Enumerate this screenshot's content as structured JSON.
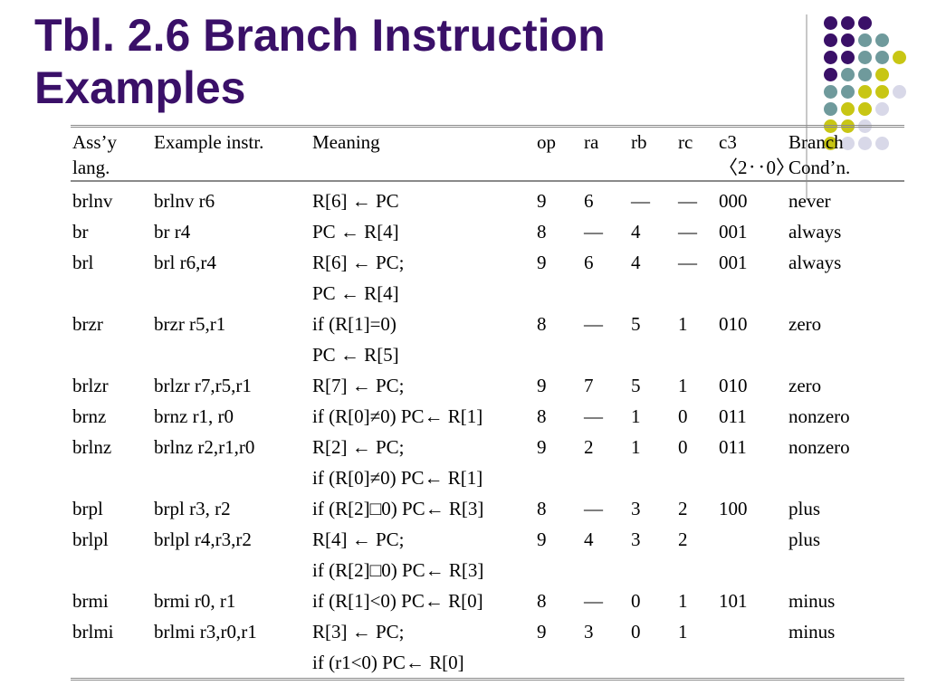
{
  "title": {
    "line1": "Tbl. 2.6  Branch Instruction",
    "line2": "Examples"
  },
  "table": {
    "headers": [
      {
        "line1": "Ass’y",
        "line2": "lang."
      },
      {
        "line1": "Example instr.",
        "line2": ""
      },
      {
        "line1": "Meaning",
        "line2": ""
      },
      {
        "line1": "op",
        "line2": ""
      },
      {
        "line1": "ra",
        "line2": ""
      },
      {
        "line1": "rb",
        "line2": ""
      },
      {
        "line1": "rc",
        "line2": ""
      },
      {
        "line1": "c3",
        "line2": "〈2‥0〉"
      },
      {
        "line1": "Branch",
        "line2": "Cond’n."
      }
    ],
    "rows": [
      {
        "asm": "brlnv",
        "example": "brlnv r6",
        "meaning": [
          "R[6] ← PC"
        ],
        "op": "9",
        "ra": "6",
        "rb": "—",
        "rc": "—",
        "c3": "000",
        "cond": "never"
      },
      {
        "asm": "br",
        "example": "br r4",
        "meaning": [
          "PC ← R[4]"
        ],
        "op": "8",
        "ra": "—",
        "rb": "4",
        "rc": "—",
        "c3": "001",
        "cond": "always"
      },
      {
        "asm": "brl",
        "example": "brl r6,r4",
        "meaning": [
          "R[6] ← PC;",
          "PC ← R[4]"
        ],
        "op": "9",
        "ra": "6",
        "rb": "4",
        "rc": "—",
        "c3": "001",
        "cond": "always"
      },
      {
        "asm": "brzr",
        "example": "brzr r5,r1",
        "meaning": [
          "if (R[1]=0)",
          "PC ← R[5]"
        ],
        "op": "8",
        "ra": "—",
        "rb": "5",
        "rc": "1",
        "c3": "010",
        "cond": "zero"
      },
      {
        "asm": "brlzr",
        "example": "brlzr r7,r5,r1",
        "meaning": [
          "R[7] ← PC;"
        ],
        "op": "9",
        "ra": "7",
        "rb": "5",
        "rc": "1",
        "c3": "010",
        "cond": "zero"
      },
      {
        "asm": "brnz",
        "example": "brnz r1, r0",
        "meaning": [
          "if (R[0]≠0) PC← R[1]"
        ],
        "op": "8",
        "ra": "—",
        "rb": "1",
        "rc": "0",
        "c3": "011",
        "cond": "nonzero"
      },
      {
        "asm": "brlnz",
        "example": "brlnz r2,r1,r0",
        "meaning": [
          "R[2] ← PC;",
          "if (R[0]≠0) PC← R[1]"
        ],
        "op": "9",
        "ra": "2",
        "rb": "1",
        "rc": "0",
        "c3": "011",
        "cond": "nonzero"
      },
      {
        "asm": "brpl",
        "example": "brpl r3, r2",
        "meaning": [
          "if (R[2]□0) PC← R[3]"
        ],
        "op": "8",
        "ra": "—",
        "rb": "3",
        "rc": "2",
        "c3": "100",
        "cond": "plus"
      },
      {
        "asm": "brlpl",
        "example": "brlpl r4,r3,r2",
        "meaning": [
          "R[4] ← PC;",
          "if (R[2]□0) PC← R[3]"
        ],
        "op": "9",
        "ra": "4",
        "rb": "3",
        "rc": "2",
        "c3": "",
        "cond": "plus"
      },
      {
        "asm": "brmi",
        "example": "brmi r0, r1",
        "meaning": [
          "if (R[1]<0) PC← R[0]"
        ],
        "op": "8",
        "ra": "—",
        "rb": "0",
        "rc": "1",
        "c3": "101",
        "cond": "minus"
      },
      {
        "asm": "brlmi",
        "example": "brlmi r3,r0,r1",
        "meaning": [
          "R[3] ← PC;",
          "if (r1<0) PC← R[0]"
        ],
        "op": "9",
        "ra": "3",
        "rb": "0",
        "rc": "1",
        "c3": "",
        "cond": "minus"
      }
    ]
  },
  "decoration": {
    "dot_colors": {
      "purple": "#3a1068",
      "teal": "#6f9a9c",
      "yellow": "#c8c614",
      "lavender": "#d8d8e8"
    },
    "dot_grid": [
      [
        "purple",
        "purple",
        "purple",
        "",
        ""
      ],
      [
        "purple",
        "purple",
        "teal",
        "teal",
        ""
      ],
      [
        "purple",
        "purple",
        "teal",
        "teal",
        "yellow"
      ],
      [
        "purple",
        "teal",
        "teal",
        "yellow",
        ""
      ],
      [
        "teal",
        "teal",
        "yellow",
        "yellow",
        "lavender"
      ],
      [
        "teal",
        "yellow",
        "yellow",
        "lavender",
        ""
      ],
      [
        "yellow",
        "yellow",
        "lavender",
        "",
        ""
      ],
      [
        "yellow",
        "lavender",
        "lavender",
        "lavender",
        ""
      ]
    ]
  }
}
